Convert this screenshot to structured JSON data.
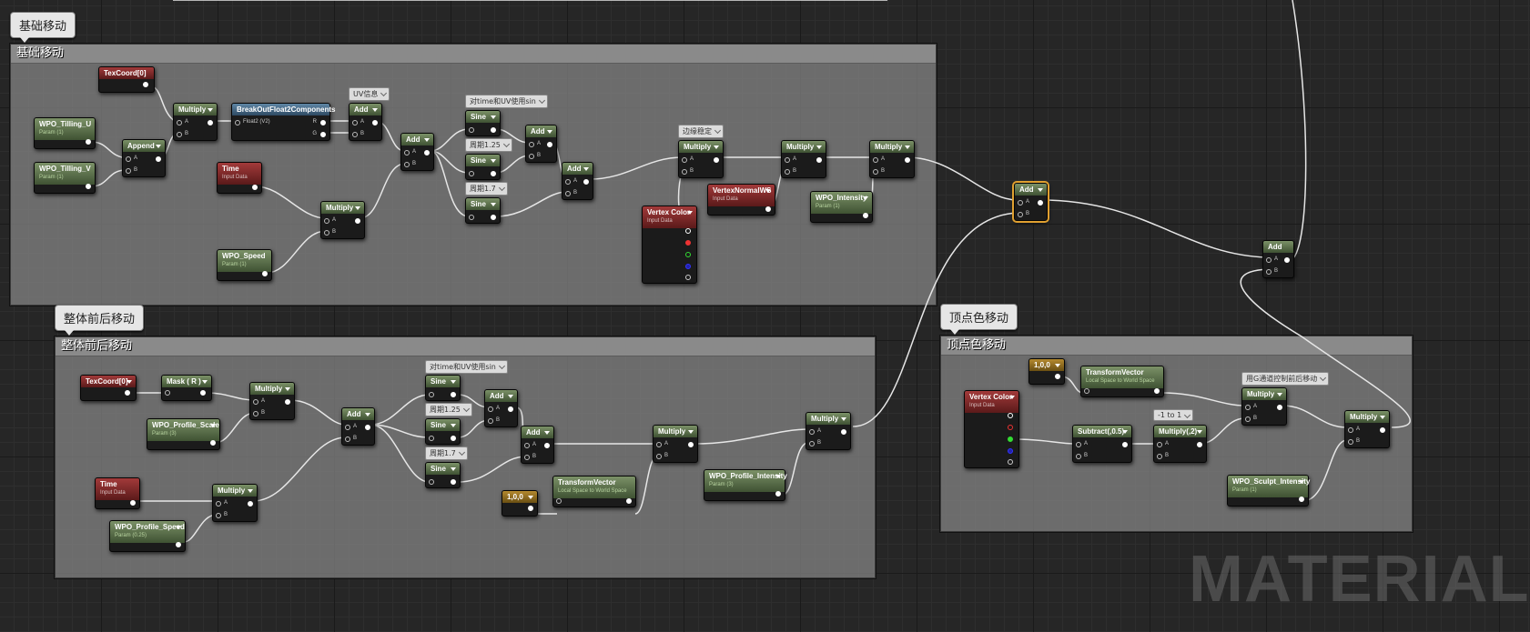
{
  "comments": {
    "basic": {
      "title": "基础移动",
      "bubble": "基础移动"
    },
    "whole": {
      "title": "整体前后移动",
      "bubble": "整体前后移动"
    },
    "vertex": {
      "title": "顶点色移动",
      "bubble": "顶点色移动"
    }
  },
  "notes": {
    "uv_info": "UV信息",
    "time_uv_sin_1": "对time和UV使用sin",
    "period_125_1": "周期1.25",
    "period_17_1": "周期1.7",
    "edge_stable": "边缘稳定",
    "time_uv_sin_2": "对time和UV使用sin",
    "period_125_2": "周期1.25",
    "period_17_2": "周期1.7",
    "minus1to1": "-1 to 1",
    "g_channel": "用G通道控制前后移动"
  },
  "pins": {
    "a": "A",
    "b": "B",
    "r": "R",
    "g": "G",
    "float2": "Float2 (V2)"
  },
  "nodes": {
    "texcoord0": {
      "title": "TexCoord[0]"
    },
    "tilling_u": {
      "title": "WPO_Tilling_U",
      "sub": "Param (1)"
    },
    "tilling_v": {
      "title": "WPO_Tilling_V",
      "sub": "Param (1)"
    },
    "append": {
      "title": "Append"
    },
    "multiply1": {
      "title": "Multiply"
    },
    "breakout": {
      "title": "BreakOutFloat2Components"
    },
    "add1": {
      "title": "Add"
    },
    "time1": {
      "title": "Time",
      "sub": "Input Data"
    },
    "speed": {
      "title": "WPO_Speed",
      "sub": "Param (1)"
    },
    "multiply2": {
      "title": "Multiply"
    },
    "add2": {
      "title": "Add"
    },
    "sine1": {
      "title": "Sine"
    },
    "sine2": {
      "title": "Sine"
    },
    "sine3": {
      "title": "Sine"
    },
    "add3": {
      "title": "Add"
    },
    "add4": {
      "title": "Add"
    },
    "vertexcolor1": {
      "title": "Vertex Color",
      "sub": "Input Data"
    },
    "multiply3": {
      "title": "Multiply"
    },
    "vnormal": {
      "title": "VertexNormalWS",
      "sub": "Input Data"
    },
    "multiply4": {
      "title": "Multiply"
    },
    "intensity": {
      "title": "WPO_Intensity",
      "sub": "Param (1)"
    },
    "multiply5": {
      "title": "Multiply"
    },
    "add_main": {
      "title": "Add"
    },
    "add_final": {
      "title": "Add"
    },
    "texcoord0b": {
      "title": "TexCoord[0]"
    },
    "mask": {
      "title": "Mask ( R )"
    },
    "multiply6": {
      "title": "Multiply"
    },
    "profile_scale": {
      "title": "WPO_Profile_Scale",
      "sub": "Param (3)"
    },
    "add5": {
      "title": "Add"
    },
    "sine4": {
      "title": "Sine"
    },
    "sine5": {
      "title": "Sine"
    },
    "sine6": {
      "title": "Sine"
    },
    "add6": {
      "title": "Add"
    },
    "add7": {
      "title": "Add"
    },
    "time2": {
      "title": "Time",
      "sub": "Input Data"
    },
    "multiply7": {
      "title": "Multiply"
    },
    "profile_speed": {
      "title": "WPO_Profile_Speed",
      "sub": "Param (0.25)"
    },
    "const100a": {
      "title": "1,0,0"
    },
    "transform1": {
      "title": "TransformVector",
      "sub": "Local Space to World Space"
    },
    "multiply8": {
      "title": "Multiply"
    },
    "profile_intensity": {
      "title": "WPO_Profile_Intensity",
      "sub": "Param (3)"
    },
    "multiply9": {
      "title": "Multiply"
    },
    "const100b": {
      "title": "1,0,0"
    },
    "transform2": {
      "title": "TransformVector",
      "sub": "Local Space to World Space"
    },
    "vertexcolor2": {
      "title": "Vertex Color",
      "sub": "Input Data"
    },
    "subtract": {
      "title": "Subtract(,0.5)"
    },
    "multiply10": {
      "title": "Multiply(,2)"
    },
    "multiply11": {
      "title": "Multiply"
    },
    "sculpt_intensity": {
      "title": "WPO_Sculpt_Intensity",
      "sub": "Param (1)"
    },
    "multiply12": {
      "title": "Multiply"
    }
  },
  "watermark": "MATERIAL",
  "colors": {
    "selected_border": "#e0a030",
    "param_header": "#5a7046",
    "input_header": "#7a2828"
  }
}
